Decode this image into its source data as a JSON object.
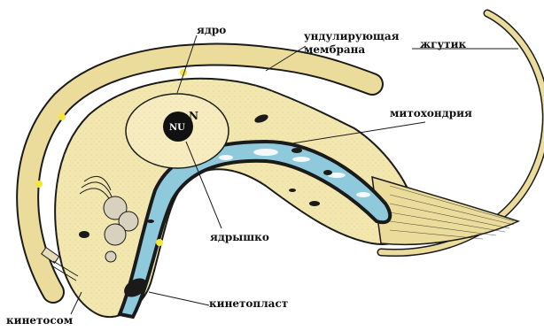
{
  "labels": {
    "nucleus": "ядро",
    "undulating_membrane_line1": "ундулирующая",
    "undulating_membrane_line2": "мембрана",
    "flagellum": "жгутик",
    "mitochondrion": "митохондрия",
    "nucleolus": "ядрышко",
    "kinetoplast": "кинетопласт",
    "kinetosome": "кинетосом",
    "nucleus_letter": "N",
    "nucleolus_letter": "NU"
  },
  "colors": {
    "cytoplasm": "#f3e7b0",
    "membrane": "#ecdc9c",
    "mitochondrion": "#8ec9dc",
    "outline": "#1a1a1a",
    "highlight": "#f5e43a"
  }
}
